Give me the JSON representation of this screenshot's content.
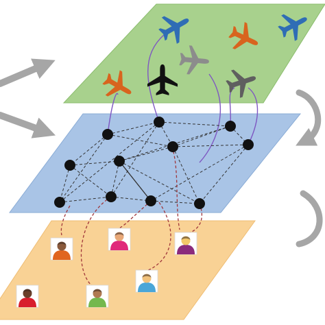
{
  "layers": [
    {
      "name": "airports-layer",
      "fill": "#a8d18d",
      "edge": "#8bbd6e"
    },
    {
      "name": "network-layer",
      "fill": "#a9c4e6",
      "edge": "#8aacd6"
    },
    {
      "name": "people-layer",
      "fill": "#f9d295",
      "edge": "#efbd74"
    }
  ],
  "colors": {
    "arrow": "#a6a6a6",
    "node": "#111111",
    "network_edge": "#333333",
    "people_link": "#a0353a",
    "airport_link": "#7e57c2",
    "plane_blue": "#2f6db5",
    "plane_orange": "#d8641e",
    "plane_gray": "#8c8c8c",
    "plane_dark": "#5f5f5f",
    "plane_black": "#111111"
  },
  "icons": {
    "plane": "airplane-icon",
    "person": "person-icon",
    "arrow": "arrow-icon"
  },
  "planes": [
    {
      "id": "plane-1",
      "color": "plane_blue"
    },
    {
      "id": "plane-2",
      "color": "plane_orange"
    },
    {
      "id": "plane-3",
      "color": "plane_blue"
    },
    {
      "id": "plane-4",
      "color": "plane_gray"
    },
    {
      "id": "plane-5",
      "color": "plane_orange"
    },
    {
      "id": "plane-6",
      "color": "plane_black"
    },
    {
      "id": "plane-7",
      "color": "plane_dark"
    }
  ],
  "people": [
    {
      "id": "person-1",
      "shirt": "#e0651f",
      "skin": "#8a5a3c"
    },
    {
      "id": "person-2",
      "shirt": "#e0287a",
      "skin": "#e8a878"
    },
    {
      "id": "person-3",
      "shirt": "#8b2b7c",
      "skin": "#f3c76a"
    },
    {
      "id": "person-4",
      "shirt": "#d81e2c",
      "skin": "#6b3f2a"
    },
    {
      "id": "person-5",
      "shirt": "#74b84e",
      "skin": "#b07a52"
    },
    {
      "id": "person-6",
      "shirt": "#4aa6d8",
      "skin": "#f1c27d"
    }
  ]
}
